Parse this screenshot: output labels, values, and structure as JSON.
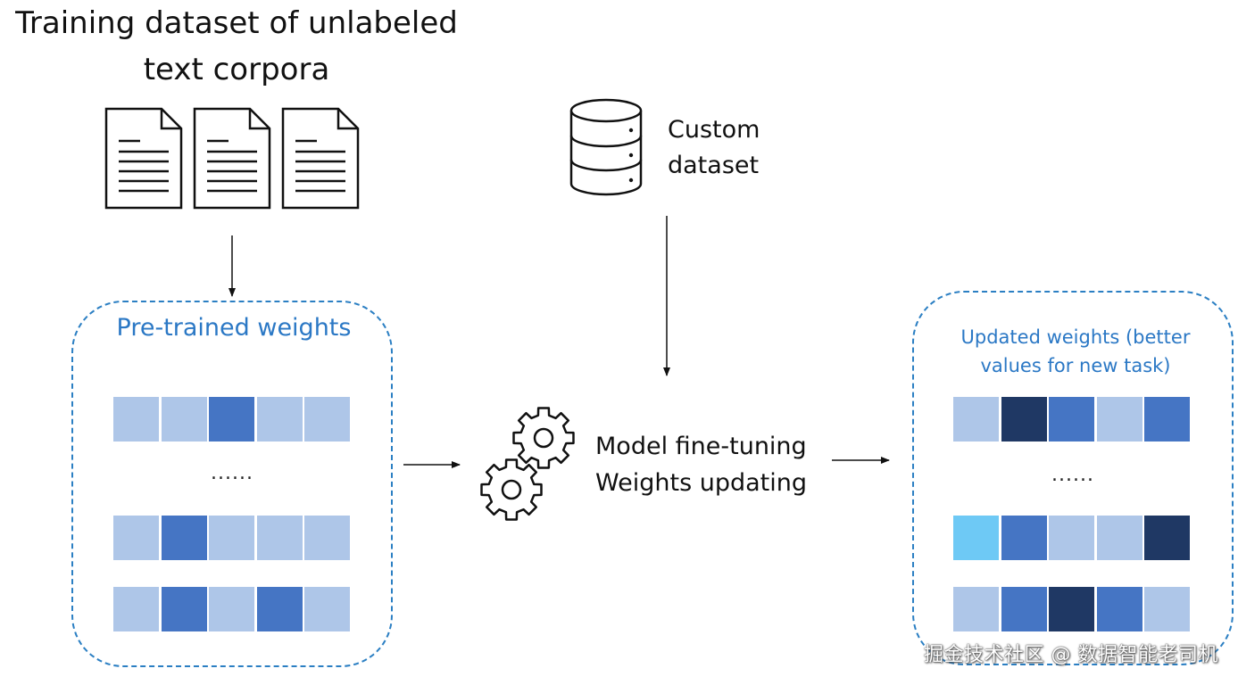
{
  "title": {
    "line1": "Training dataset of unlabeled",
    "line2": "text corpora"
  },
  "custom_dataset": {
    "line1": "Custom",
    "line2": "dataset"
  },
  "pretrained": {
    "title": "Pre-trained weights",
    "ellipsis": "......"
  },
  "finetune": {
    "line1": "Model fine-tuning",
    "line2": "Weights updating"
  },
  "updated": {
    "line1": "Updated weights (better",
    "line2": "values for new task)",
    "ellipsis": "......"
  },
  "watermark": "掘金技术社区 @ 数据智能老司机",
  "colors": {
    "light": "#aec6e8",
    "mid": "#4575c4",
    "dark": "#1f3864",
    "cyan": "#6ec9f5",
    "accent_blue": "#2b7fc3"
  },
  "icons": [
    "document-icon",
    "database-icon",
    "gears-icon",
    "arrow-icon"
  ],
  "pretrained_rows": [
    [
      "light",
      "light",
      "mid",
      "light",
      "light"
    ],
    [
      "light",
      "mid",
      "light",
      "light",
      "light"
    ],
    [
      "light",
      "mid",
      "light",
      "mid",
      "light"
    ]
  ],
  "updated_rows": [
    [
      "light",
      "dark",
      "mid",
      "light",
      "mid"
    ],
    [
      "cyan",
      "mid",
      "light",
      "light",
      "dark"
    ],
    [
      "light",
      "mid",
      "dark",
      "mid",
      "light"
    ]
  ]
}
